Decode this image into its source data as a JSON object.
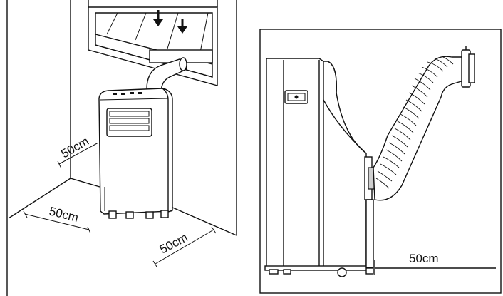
{
  "left_figure": {
    "dim_back": "50cm",
    "dim_left": "50cm",
    "dim_right": "50cm"
  },
  "right_figure": {
    "dim_clearance": "50cm"
  }
}
